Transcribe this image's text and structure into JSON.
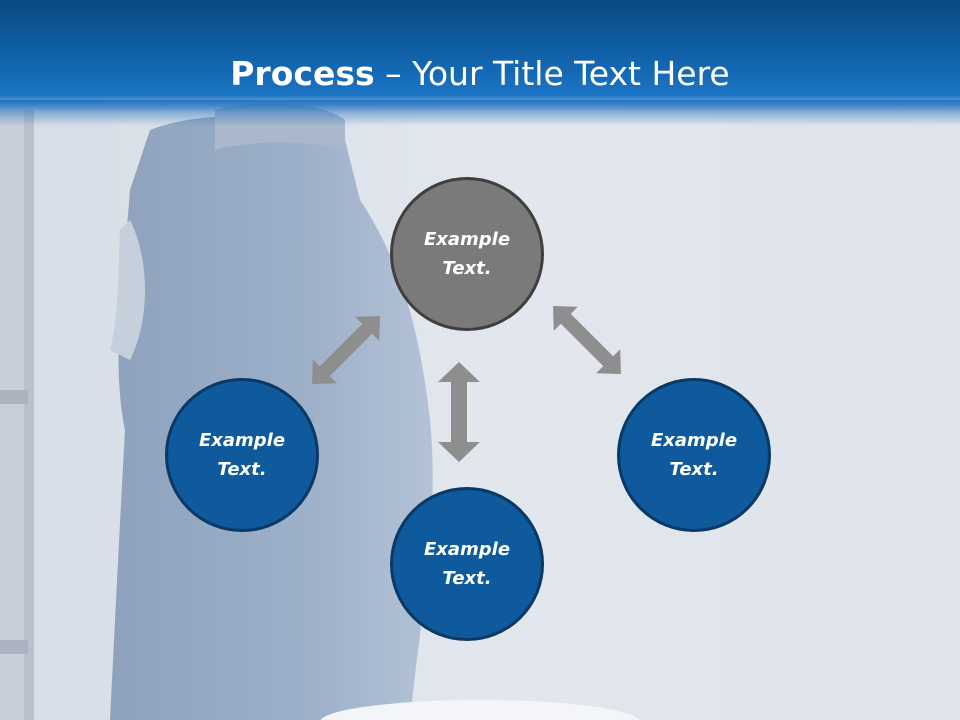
{
  "title": {
    "bold": "Process",
    "rest": " – Your Title Text Here"
  },
  "nodes": {
    "top": {
      "line1": "Example",
      "line2": "Text."
    },
    "left": {
      "line1": "Example",
      "line2": "Text."
    },
    "right": {
      "line1": "Example",
      "line2": "Text."
    },
    "bottom": {
      "line1": "Example",
      "line2": "Text."
    }
  },
  "colors": {
    "header": "#0f5fa6",
    "node_gray": "#7a7a7a",
    "node_blue": "#0e5a9c",
    "arrow": "#8e8e8e"
  }
}
